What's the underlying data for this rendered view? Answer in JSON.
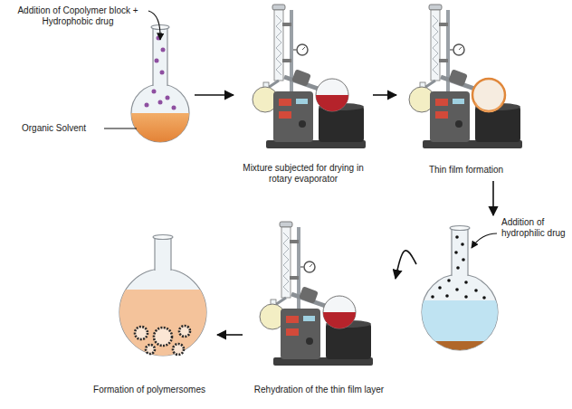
{
  "diagram": {
    "nodes": [
      {
        "text": [
          "Addition of Copolymer block + Hydrophobic drug",
          "Organic Solvent"
        ]
      },
      {
        "text": [
          "Mixture subjected for drying in rotary evaporator"
        ]
      },
      {
        "text": [
          "Thin film formation"
        ]
      },
      {
        "text": [
          "Addition of hydrophilic drug"
        ]
      },
      {
        "text": [
          "Rehydration of the thin film layer"
        ]
      },
      {
        "text": [
          "Formation of polymersomes"
        ]
      }
    ],
    "edges": [
      {
        "from": 0,
        "to": 1,
        "arrow": "to"
      },
      {
        "from": 1,
        "to": 2,
        "arrow": "to"
      },
      {
        "from": 2,
        "to": 3,
        "arrow": "to"
      },
      {
        "from": 3,
        "to": 4,
        "arrow": "to"
      },
      {
        "from": 4,
        "to": 5,
        "arrow": "to"
      }
    ]
  }
}
